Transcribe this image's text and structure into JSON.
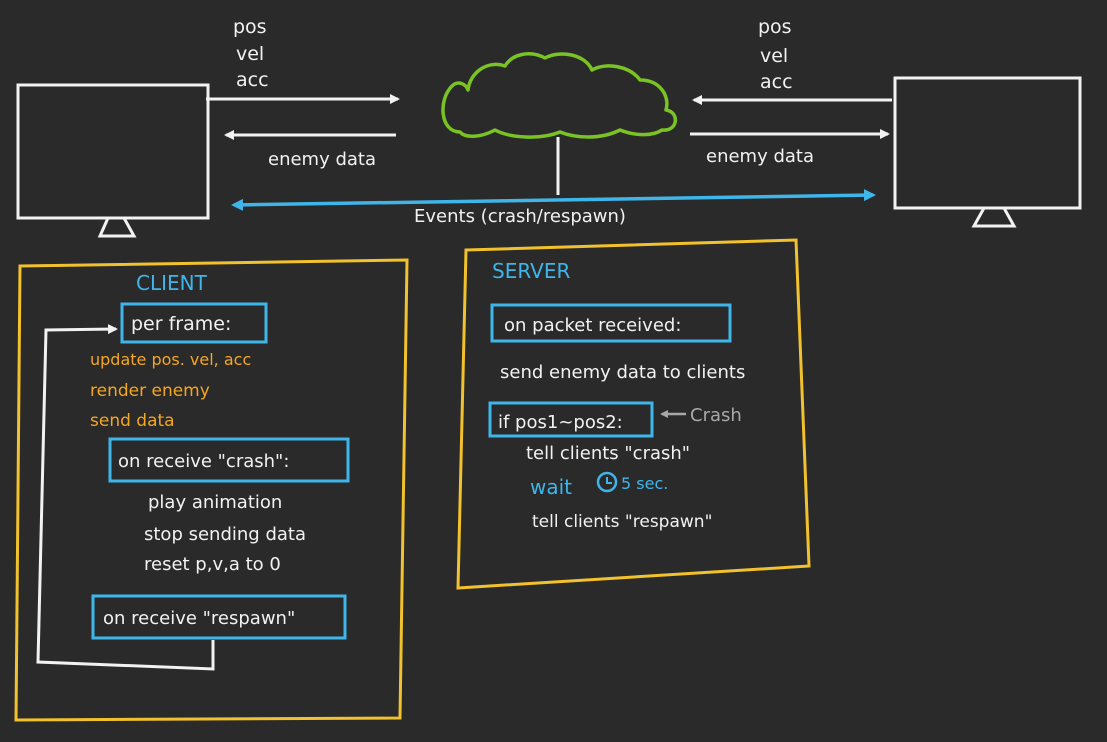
{
  "colors": {
    "background": "#2a2a2a",
    "line": "#f2f2f2",
    "cloud": "#7ac324",
    "events": "#3fb6ea",
    "panel_border": "#f2c12e",
    "loop_step": "#f5a623",
    "box_border": "#3fb6ea",
    "annotation": "#a8a8a8"
  },
  "top": {
    "left_upstream": [
      "pos",
      "vel",
      "acc"
    ],
    "right_upstream": [
      "pos",
      "vel",
      "acc"
    ],
    "left_downstream": "enemy data",
    "right_downstream": "enemy data",
    "events": "Events (crash/respawn)",
    "icons": {
      "left_client": "monitor-icon",
      "right_client": "monitor-icon",
      "server": "cloud-icon"
    }
  },
  "client": {
    "title": "CLIENT",
    "per_frame": "per frame:",
    "frame_steps": [
      "update pos. vel, acc",
      "render enemy",
      "send data"
    ],
    "on_crash": "on receive \"crash\":",
    "crash_steps": [
      "play animation",
      "stop sending data",
      "reset p,v,a to 0"
    ],
    "on_respawn": "on receive \"respawn\""
  },
  "server": {
    "title": "SERVER",
    "on_packet": "on packet received:",
    "send_line": "send enemy data to clients",
    "if_cond": "if pos1~pos2:",
    "crash_note": "Crash",
    "then_1": "tell clients \"crash\"",
    "wait_word": "wait",
    "wait_time": "5 sec.",
    "then_2": "tell clients \"respawn\""
  }
}
